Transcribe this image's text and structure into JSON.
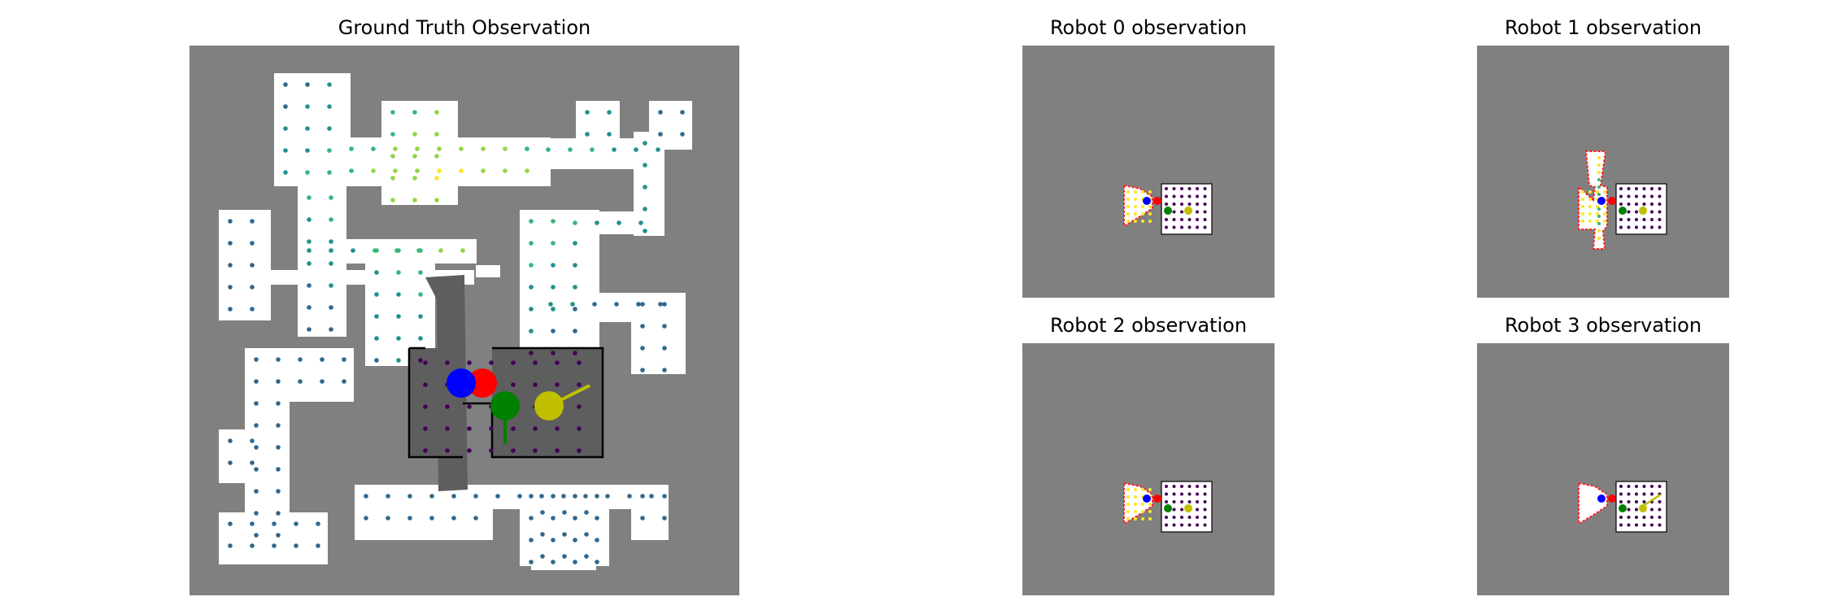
{
  "figure": {
    "background": "#ffffff",
    "panel_background": "#808080",
    "free_color": "#ffffff",
    "explored_color": "#5e5e5e",
    "wall_color": "#000000"
  },
  "ground_truth": {
    "title": "Ground Truth Observation"
  },
  "robots": [
    {
      "id": 0,
      "title": "Robot 0 observation",
      "color": "#0000ff"
    },
    {
      "id": 1,
      "title": "Robot 1 observation",
      "color": "#ff0000"
    },
    {
      "id": 2,
      "title": "Robot 2 observation",
      "color": "#008000"
    },
    {
      "id": 3,
      "title": "Robot 3 observation",
      "color": "#bfbf00"
    }
  ],
  "colormap": [
    "#440154",
    "#31688e",
    "#21918c",
    "#35b779",
    "#90d743",
    "#fde725"
  ]
}
